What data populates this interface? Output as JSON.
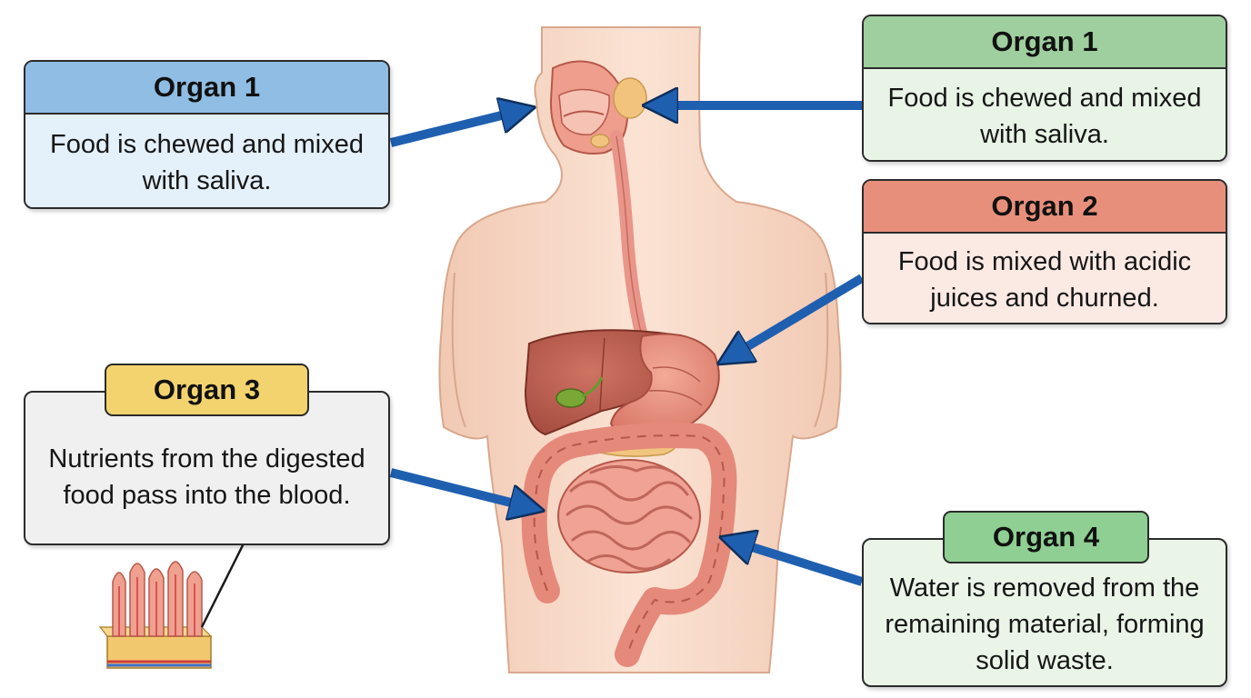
{
  "labels": [
    {
      "title": "Organ 1",
      "text": "Food is chewed and mixed with saliva.",
      "color": "#8fbde3",
      "body_color": "#e4f0fa"
    },
    {
      "title": "Organ 1",
      "text": "Food is chewed and mixed with saliva.",
      "color": "#9fcf9e",
      "body_color": "#e8f4e6"
    },
    {
      "title": "Organ 2",
      "text": "Food is mixed with acidic juices and churned.",
      "color": "#e88f7b",
      "body_color": "#fbe9e4"
    },
    {
      "title": "Organ 3",
      "text": "Nutrients from the digested food pass into the blood.",
      "color": "#f3d36d",
      "body_color": "#f0f0f0"
    },
    {
      "title": "Organ 4",
      "text": "Water is removed from the remaining material, forming solid waste.",
      "color": "#8fcf93",
      "body_color": "#eaf5e8"
    }
  ],
  "colors": {
    "arrow": "#1f5fb0",
    "skin": "#f6d7c3",
    "organ_red": "#e58a7c",
    "liver": "#b8584a"
  }
}
